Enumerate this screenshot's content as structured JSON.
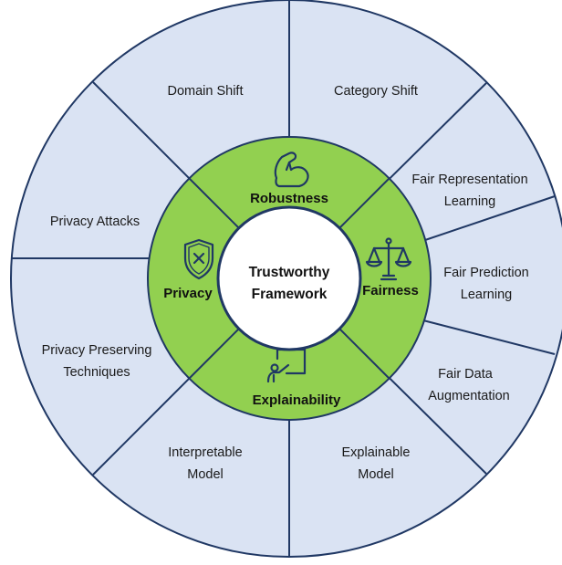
{
  "center": {
    "line1": "Trustworthy",
    "line2": "Framework"
  },
  "pillars": {
    "robustness": {
      "label": "Robustness",
      "icon": "flexed-arm-icon"
    },
    "privacy": {
      "label": "Privacy",
      "icon": "shield-icon"
    },
    "fairness": {
      "label": "Fairness",
      "icon": "scales-icon"
    },
    "explainability": {
      "label": "Explainability",
      "icon": "presentation-board-icon"
    }
  },
  "segments": {
    "domain_shift": {
      "line1": "Domain Shift"
    },
    "category_shift": {
      "line1": "Category Shift"
    },
    "fair_representation": {
      "line1": "Fair Representation",
      "line2": "Learning"
    },
    "fair_prediction": {
      "line1": "Fair Prediction",
      "line2": "Learning"
    },
    "fair_data": {
      "line1": "Fair Data",
      "line2": "Augmentation"
    },
    "explainable_model": {
      "line1": "Explainable",
      "line2": "Model"
    },
    "interpretable_model": {
      "line1": "Interpretable",
      "line2": "Model"
    },
    "privacy_preserving": {
      "line1": "Privacy Preserving",
      "line2": "Techniques"
    },
    "privacy_attacks": {
      "line1": "Privacy Attacks"
    }
  },
  "colors": {
    "outer_fill": "#dae3f3",
    "ring_fill": "#92d050",
    "stroke": "#203864",
    "icon_stroke": "#1f3864"
  }
}
